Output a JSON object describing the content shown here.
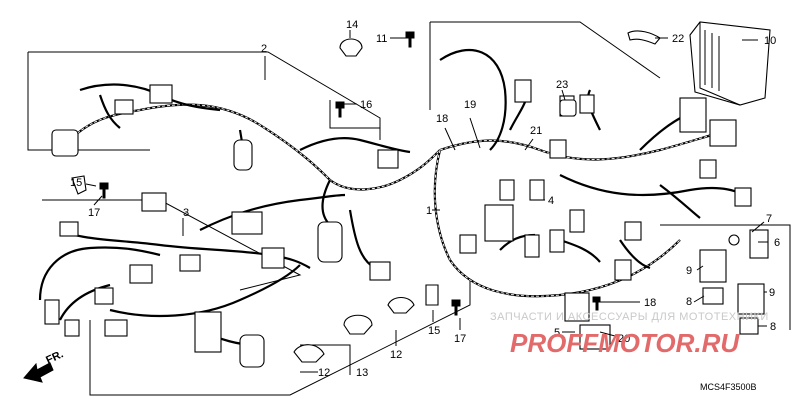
{
  "diagram": {
    "part_numbers": {
      "p1": "1",
      "p2": "2",
      "p3": "3",
      "p4": "4",
      "p5": "5",
      "p6": "6",
      "p7": "7",
      "p8a": "8",
      "p8b": "8",
      "p9a": "9",
      "p9b": "9",
      "p10": "10",
      "p11": "11",
      "p12a": "12",
      "p12b": "12",
      "p13": "13",
      "p14": "14",
      "p15a": "15",
      "p15b": "15",
      "p16": "16",
      "p17a": "17",
      "p17b": "17",
      "p18a": "18",
      "p18b": "18",
      "p19": "19",
      "p20": "20",
      "p21": "21",
      "p22": "22",
      "p23": "23"
    },
    "direction_label": "FR.",
    "drawing_code": "MCS4F3500B",
    "watermark": {
      "line1": "ЗАПЧАСТИ И АКСЕССУАРЫ ДЛЯ МОТОТЕХНИКИ",
      "line2": "PROFFMOTOR.RU"
    }
  }
}
